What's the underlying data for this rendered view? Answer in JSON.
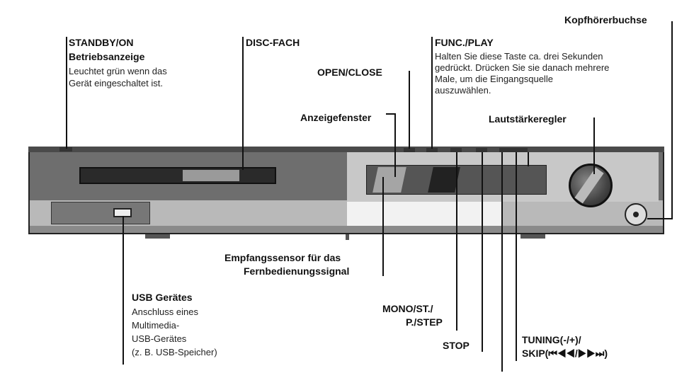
{
  "labels": {
    "kopfhoerer": "Kopfhörerbuchse",
    "standby_title": "STANDBY/ON",
    "standby_sub": "Betriebsanzeige",
    "standby_desc1": "Leuchtet grün wenn das",
    "standby_desc2": "Gerät eingeschaltet ist.",
    "disc": "DISC-FACH",
    "open_close": "OPEN/CLOSE",
    "func_title": "FUNC./PLAY",
    "func_desc1": "Halten Sie diese Taste ca. drei Sekunden",
    "func_desc2": "gedrückt. Drücken Sie sie danach mehrere",
    "func_desc3": "Male, um die Eingangsquelle",
    "func_desc4": "auszuwählen.",
    "anzeige": "Anzeigefenster",
    "lautstaerke": "Lautstärkeregler",
    "sensor1": "Empfangssensor für das",
    "sensor2": "Fernbedienungssignal",
    "usb_title": "USB Gerätes",
    "usb_desc1": "Anschluss eines",
    "usb_desc2": "Multimedia-",
    "usb_desc3": "USB-Gerätes",
    "usb_desc4": "(z. B. USB-Speicher)",
    "mono1": "MONO/ST./",
    "mono2": "P./STEP",
    "stop": "STOP",
    "tuning1": "TUNING(-/+)/",
    "tuning2": "SKIP(⏮◀◀/▶▶⏭)"
  }
}
